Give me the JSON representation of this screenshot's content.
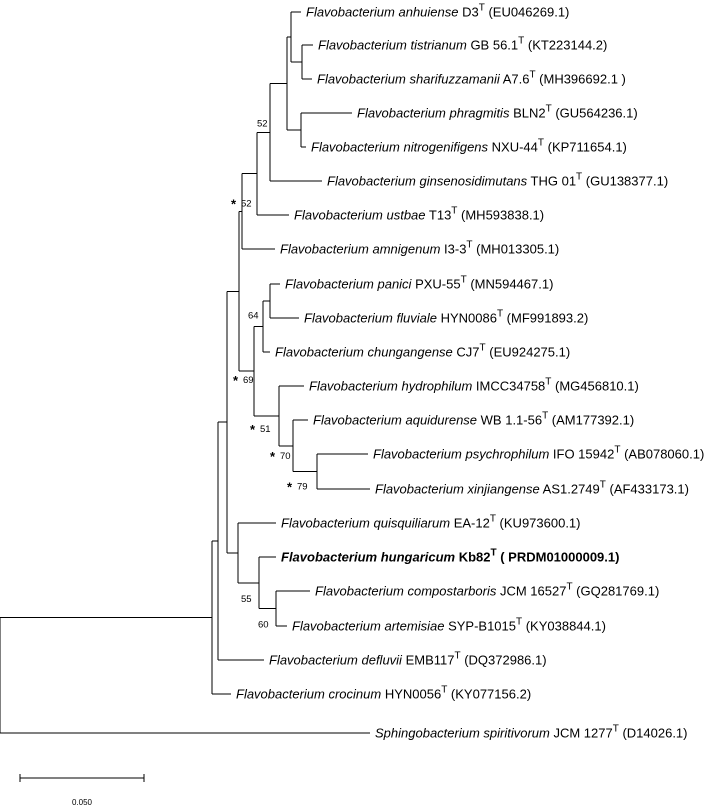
{
  "tree": {
    "leaves": [
      {
        "id": "anhuiense",
        "genus": "Flavobacterium",
        "species": "anhuiense",
        "strain": "D3",
        "accession": "(EU046269.1)"
      },
      {
        "id": "tistrianum",
        "genus": "Flavobacterium",
        "species": "tistrianum",
        "strain": "GB 56.1",
        "accession": "(KT223144.2)"
      },
      {
        "id": "sharifuzzamanii",
        "genus": "Flavobacterium",
        "species": "sharifuzzamanii",
        "strain": "A7.6",
        "accession": "(MH396692.1 )"
      },
      {
        "id": "phragmitis",
        "genus": "Flavobacterium",
        "species": "phragmitis",
        "strain": "BLN2",
        "accession": "(GU564236.1)"
      },
      {
        "id": "nitrogenifigens",
        "genus": "Flavobacterium",
        "species": "nitrogenifigens",
        "strain": "NXU-44",
        "accession": "(KP711654.1)"
      },
      {
        "id": "ginsenosidimutans",
        "genus": "Flavobacterium",
        "species": "ginsenosidimutans",
        "strain": "THG 01",
        "accession": "(GU138377.1)"
      },
      {
        "id": "ustbae",
        "genus": "Flavobacterium",
        "species": "ustbae",
        "strain": "T13",
        "accession": "(MH593838.1)"
      },
      {
        "id": "amnigenum",
        "genus": "Flavobacterium",
        "species": "amnigenum",
        "strain": "I3-3",
        "accession": "(MH013305.1)"
      },
      {
        "id": "panici",
        "genus": "Flavobacterium",
        "species": "panici",
        "strain": "PXU-55",
        "accession": "(MN594467.1)"
      },
      {
        "id": "fluviale",
        "genus": "Flavobacterium",
        "species": "fluviale",
        "strain": "HYN0086",
        "accession": "(MF991893.2)"
      },
      {
        "id": "chungangense",
        "genus": "Flavobacterium",
        "species": "chungangense",
        "strain": "CJ7",
        "accession": "(EU924275.1)"
      },
      {
        "id": "hydrophilum",
        "genus": "Flavobacterium",
        "species": "hydrophilum",
        "strain": "IMCC34758",
        "accession": "(MG456810.1)"
      },
      {
        "id": "aquidurense",
        "genus": "Flavobacterium",
        "species": "aquidurense",
        "strain": "WB 1.1-56",
        "accession": "(AM177392.1)"
      },
      {
        "id": "psychrophilum",
        "genus": "Flavobacterium",
        "species": "psychrophilum",
        "strain": "IFO 15942",
        "accession": "(AB078060.1)"
      },
      {
        "id": "xinjiangense",
        "genus": "Flavobacterium",
        "species": "xinjiangense",
        "strain": "AS1.2749",
        "accession": "(AF433173.1)"
      },
      {
        "id": "quisquiliarum",
        "genus": "Flavobacterium",
        "species": "quisquiliarum",
        "strain": "EA-12",
        "accession": "(KU973600.1)"
      },
      {
        "id": "hungaricum",
        "genus": "Flavobacterium",
        "species": "hungaricum",
        "strain": "Kb82",
        "accession": "( PRDM01000009.1)",
        "bold": true
      },
      {
        "id": "compostarboris",
        "genus": "Flavobacterium",
        "species": "compostarboris",
        "strain": "JCM 16527",
        "accession": "(GQ281769.1)"
      },
      {
        "id": "artemisiae",
        "genus": "Flavobacterium",
        "species": "artemisiae",
        "strain": "SYP-B1015",
        "accession": "(KY038844.1)"
      },
      {
        "id": "defluvii",
        "genus": "Flavobacterium",
        "species": "defluvii",
        "strain": "EMB117",
        "accession": "(DQ372986.1)"
      },
      {
        "id": "crocinum",
        "genus": "Flavobacterium",
        "species": "crocinum",
        "strain": "HYN0056",
        "accession": "(KY077156.2)"
      },
      {
        "id": "spiritivorum",
        "genus": "Sphingobacterium",
        "species": "spiritivorum",
        "strain": "JCM 1277",
        "accession": "(D14026.1)"
      }
    ],
    "type_strain_mark": "T",
    "bootstrap": [
      {
        "node": "n_52a",
        "value": "52",
        "star": false
      },
      {
        "node": "n_52b",
        "value": "52",
        "star": true
      },
      {
        "node": "n_64",
        "value": "64",
        "star": false
      },
      {
        "node": "n_69",
        "value": "69",
        "star": true
      },
      {
        "node": "n_51",
        "value": "51",
        "star": true
      },
      {
        "node": "n_70",
        "value": "70",
        "star": true
      },
      {
        "node": "n_79",
        "value": "79",
        "star": true
      },
      {
        "node": "n_55",
        "value": "55",
        "star": false
      },
      {
        "node": "n_60",
        "value": "60",
        "star": false
      }
    ],
    "star_symbol": "*",
    "scale_bar": {
      "label": "0.050",
      "length": 0.05
    }
  }
}
